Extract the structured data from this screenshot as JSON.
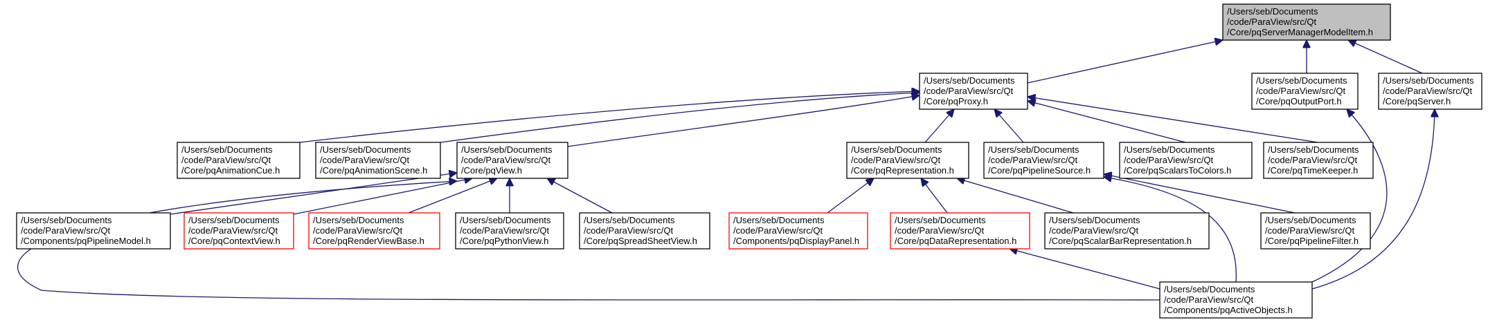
{
  "colors": {
    "edge": "#191970",
    "box_border": "#000000",
    "box_border_missing": "#ff0000",
    "root_fill": "#bfbfbf",
    "box_fill": "#ffffff"
  },
  "nodes": [
    {
      "id": "n0",
      "lines": [
        "/Users/seb/Documents",
        "/code/ParaView/src/Qt",
        "/Core/pqServerManagerModelItem.h"
      ],
      "style": "root"
    },
    {
      "id": "n1",
      "lines": [
        "/Users/seb/Documents",
        "/code/ParaView/src/Qt",
        "/Core/pqProxy.h"
      ],
      "style": "normal"
    },
    {
      "id": "n2",
      "lines": [
        "/Users/seb/Documents",
        "/code/ParaView/src/Qt",
        "/Core/pqOutputPort.h"
      ],
      "style": "normal"
    },
    {
      "id": "n3",
      "lines": [
        "/Users/seb/Documents",
        "/code/ParaView/src/Qt",
        "/Core/pqServer.h"
      ],
      "style": "normal"
    },
    {
      "id": "n4",
      "lines": [
        "/Users/seb/Documents",
        "/code/ParaView/src/Qt",
        "/Core/pqAnimationCue.h"
      ],
      "style": "normal"
    },
    {
      "id": "n5",
      "lines": [
        "/Users/seb/Documents",
        "/code/ParaView/src/Qt",
        "/Core/pqAnimationScene.h"
      ],
      "style": "normal"
    },
    {
      "id": "n6",
      "lines": [
        "/Users/seb/Documents",
        "/code/ParaView/src/Qt",
        "/Core/pqView.h"
      ],
      "style": "normal"
    },
    {
      "id": "n7",
      "lines": [
        "/Users/seb/Documents",
        "/code/ParaView/src/Qt",
        "/Core/pqRepresentation.h"
      ],
      "style": "normal"
    },
    {
      "id": "n8",
      "lines": [
        "/Users/seb/Documents",
        "/code/ParaView/src/Qt",
        "/Core/pqPipelineSource.h"
      ],
      "style": "normal"
    },
    {
      "id": "n9",
      "lines": [
        "/Users/seb/Documents",
        "/code/ParaView/src/Qt",
        "/Core/pqScalarsToColors.h"
      ],
      "style": "normal"
    },
    {
      "id": "n10",
      "lines": [
        "/Users/seb/Documents",
        "/code/ParaView/src/Qt",
        "/Core/pqTimeKeeper.h"
      ],
      "style": "normal"
    },
    {
      "id": "n11",
      "lines": [
        "/Users/seb/Documents",
        "/code/ParaView/src/Qt",
        "/Components/pqPipelineModel.h"
      ],
      "style": "normal"
    },
    {
      "id": "n12",
      "lines": [
        "/Users/seb/Documents",
        "/code/ParaView/src/Qt",
        "/Core/pqContextView.h"
      ],
      "style": "missing"
    },
    {
      "id": "n13",
      "lines": [
        "/Users/seb/Documents",
        "/code/ParaView/src/Qt",
        "/Core/pqRenderViewBase.h"
      ],
      "style": "missing"
    },
    {
      "id": "n14",
      "lines": [
        "/Users/seb/Documents",
        "/code/ParaView/src/Qt",
        "/Core/pqPythonView.h"
      ],
      "style": "normal"
    },
    {
      "id": "n15",
      "lines": [
        "/Users/seb/Documents",
        "/code/ParaView/src/Qt",
        "/Core/pqSpreadSheetView.h"
      ],
      "style": "normal"
    },
    {
      "id": "n16",
      "lines": [
        "/Users/seb/Documents",
        "/code/ParaView/src/Qt",
        "/Components/pqDisplayPanel.h"
      ],
      "style": "missing"
    },
    {
      "id": "n17",
      "lines": [
        "/Users/seb/Documents",
        "/code/ParaView/src/Qt",
        "/Core/pqDataRepresentation.h"
      ],
      "style": "missing"
    },
    {
      "id": "n18",
      "lines": [
        "/Users/seb/Documents",
        "/code/ParaView/src/Qt",
        "/Core/pqScalarBarRepresentation.h"
      ],
      "style": "normal"
    },
    {
      "id": "n19",
      "lines": [
        "/Users/seb/Documents",
        "/code/ParaView/src/Qt",
        "/Core/pqPipelineFilter.h"
      ],
      "style": "normal"
    },
    {
      "id": "n20",
      "lines": [
        "/Users/seb/Documents",
        "/code/ParaView/src/Qt",
        "/Components/pqActiveObjects.h"
      ],
      "style": "normal"
    }
  ],
  "edges": [
    {
      "from": "n1",
      "to": "n0"
    },
    {
      "from": "n2",
      "to": "n0"
    },
    {
      "from": "n3",
      "to": "n0"
    },
    {
      "from": "n4",
      "to": "n1"
    },
    {
      "from": "n5",
      "to": "n1"
    },
    {
      "from": "n6",
      "to": "n1"
    },
    {
      "from": "n7",
      "to": "n1"
    },
    {
      "from": "n8",
      "to": "n1"
    },
    {
      "from": "n9",
      "to": "n1"
    },
    {
      "from": "n10",
      "to": "n1"
    },
    {
      "from": "n11",
      "to": "n6"
    },
    {
      "from": "n12",
      "to": "n6"
    },
    {
      "from": "n13",
      "to": "n6"
    },
    {
      "from": "n14",
      "to": "n6"
    },
    {
      "from": "n15",
      "to": "n6"
    },
    {
      "from": "n20",
      "to": "n6"
    },
    {
      "from": "n16",
      "to": "n7"
    },
    {
      "from": "n17",
      "to": "n7"
    },
    {
      "from": "n18",
      "to": "n7"
    },
    {
      "from": "n19",
      "to": "n8"
    },
    {
      "from": "n20",
      "to": "n8"
    },
    {
      "from": "n20",
      "to": "n17"
    },
    {
      "from": "n20",
      "to": "n2"
    },
    {
      "from": "n20",
      "to": "n3"
    }
  ]
}
